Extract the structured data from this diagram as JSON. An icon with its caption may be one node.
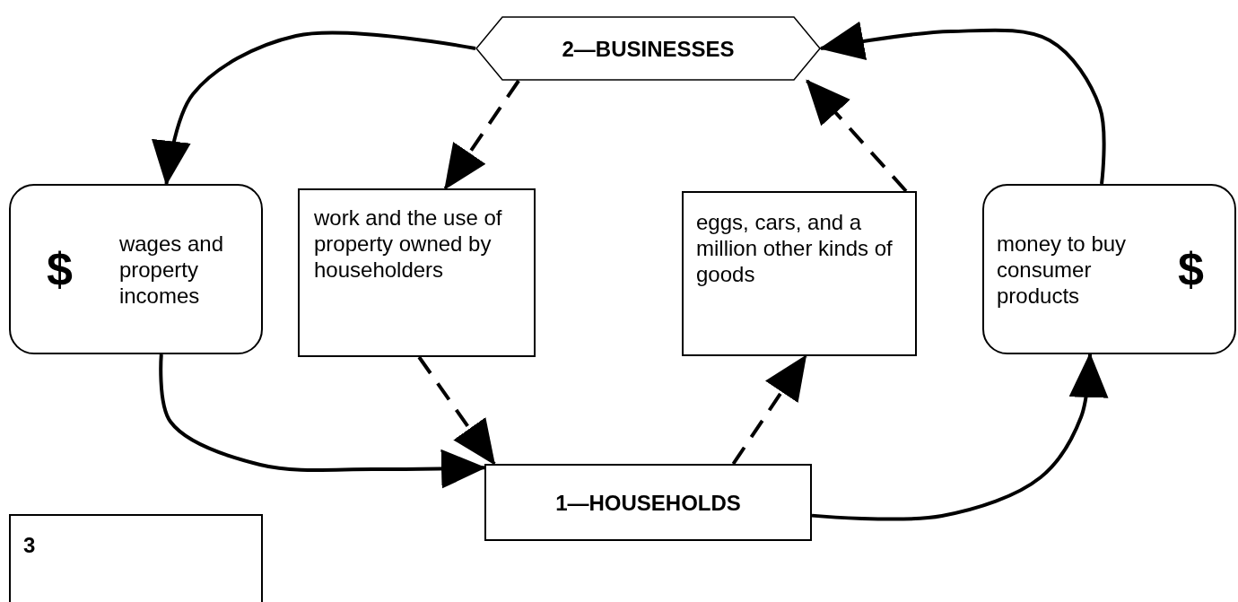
{
  "diagram": {
    "nodes": [
      {
        "text": [
          "2—BUSINESSES"
        ]
      },
      {
        "text": [
          "$",
          "wages and property incomes"
        ]
      },
      {
        "text": [
          "work and the use of property owned by householders"
        ]
      },
      {
        "text": [
          "eggs, cars, and a million other kinds of goods"
        ]
      },
      {
        "text": [
          "money to buy consumer products",
          "$"
        ]
      },
      {
        "text": [
          "1—HOUSEHOLDS"
        ]
      },
      {
        "text": [
          "3"
        ]
      }
    ],
    "edges": [
      {
        "from": 0,
        "to": 1,
        "arrow": "to"
      },
      {
        "from": 0,
        "to": 2,
        "arrow": "to",
        "style": "dashed"
      },
      {
        "from": 2,
        "to": 5,
        "arrow": "to",
        "style": "dashed"
      },
      {
        "from": 5,
        "to": 3,
        "arrow": "to",
        "style": "dashed"
      },
      {
        "from": 3,
        "to": 0,
        "arrow": "to",
        "style": "dashed"
      },
      {
        "from": 1,
        "to": 5,
        "arrow": "to"
      },
      {
        "from": 5,
        "to": 4,
        "arrow": "to"
      },
      {
        "from": 4,
        "to": 0,
        "arrow": "to"
      }
    ]
  }
}
